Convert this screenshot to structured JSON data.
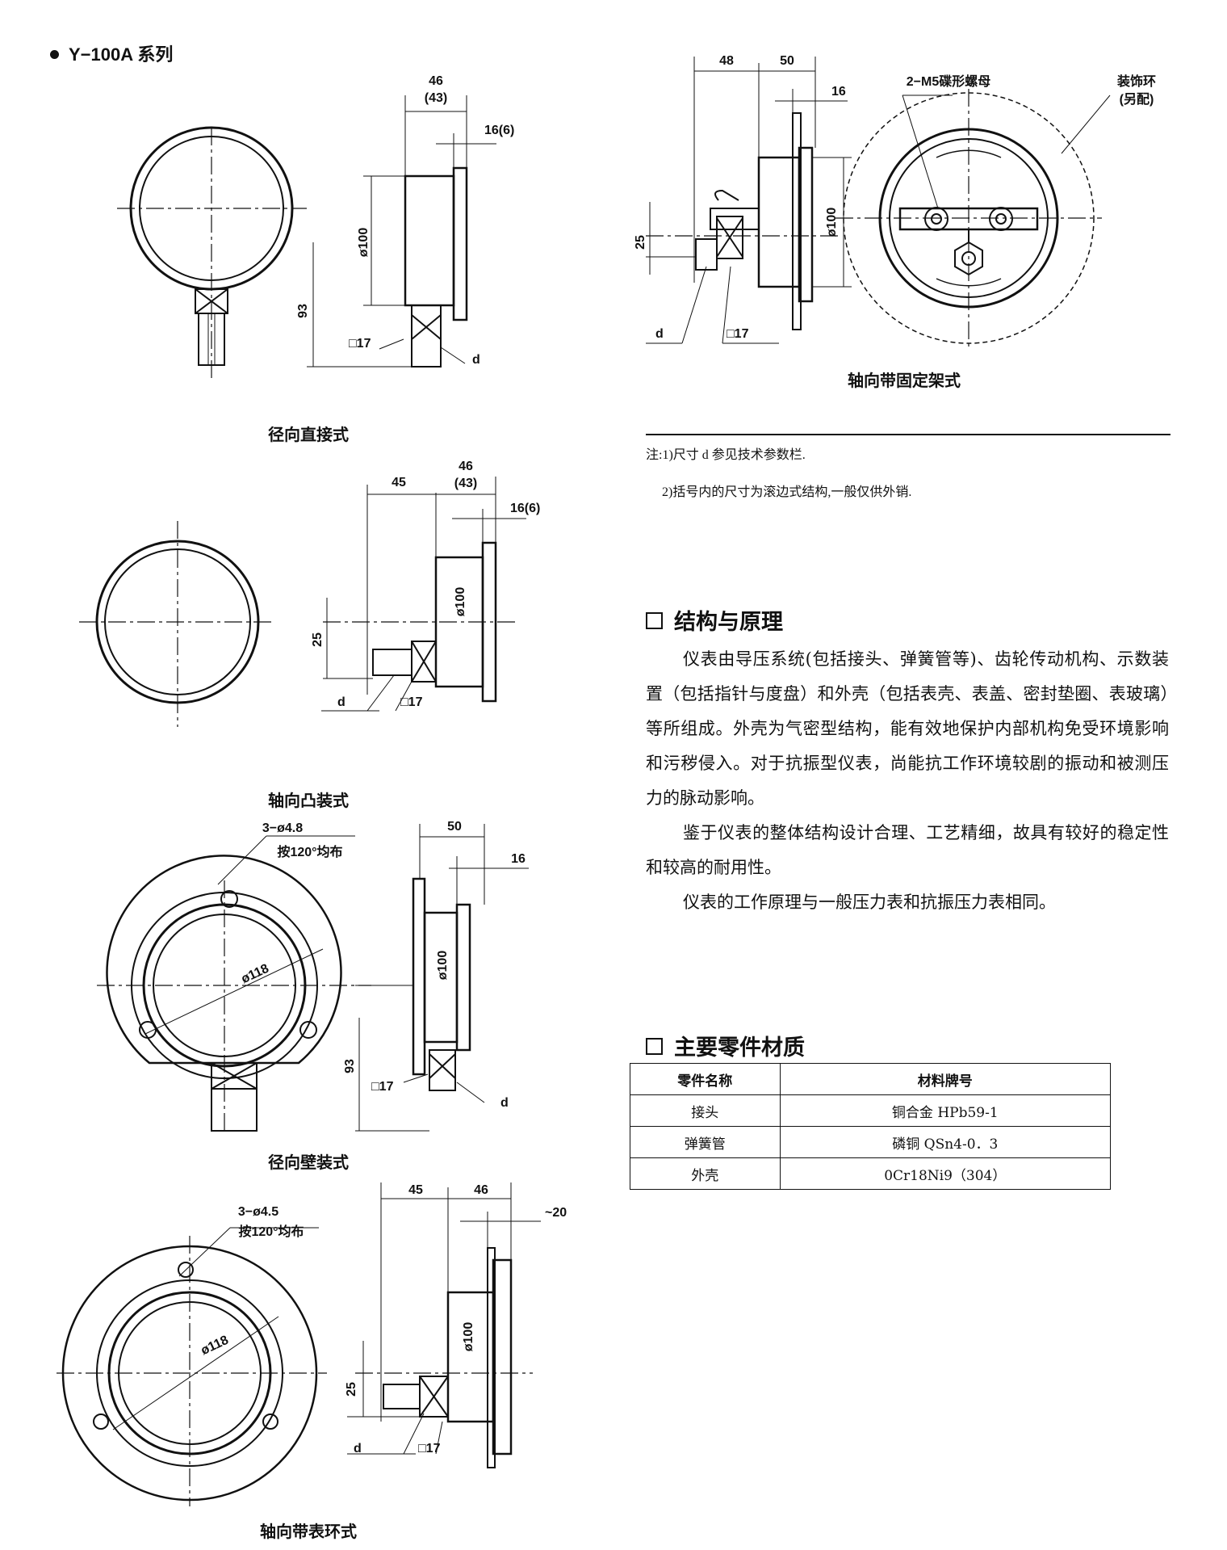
{
  "series_title": "Y−100A 系列",
  "drawings": [
    {
      "id": "radial-direct",
      "caption": "径向直接式",
      "dimensions": [
        "46",
        "(43)",
        "16(6)",
        "ø100",
        "93",
        "□17",
        "d"
      ]
    },
    {
      "id": "axial-boss",
      "caption": "轴向凸装式",
      "dimensions": [
        "45",
        "46",
        "(43)",
        "16(6)",
        "ø100",
        "25",
        "d",
        "□17"
      ]
    },
    {
      "id": "radial-wall",
      "caption": "径向壁装式",
      "dimensions": [
        "3−ø4.8",
        "按120°均布",
        "ø118",
        "50",
        "16",
        "ø100",
        "93",
        "□17",
        "d"
      ]
    },
    {
      "id": "axial-ring",
      "caption": "轴向带表环式",
      "dimensions": [
        "3−ø4.5",
        "按120°均布",
        "ø118",
        "45",
        "46",
        "~20",
        "ø100",
        "25",
        "d",
        "□17"
      ]
    },
    {
      "id": "axial-bracket",
      "caption": "轴向带固定架式",
      "dimensions": [
        "48",
        "50",
        "16",
        "ø100",
        "25",
        "d",
        "□17",
        "2−M5碟形螺母",
        "装饰环",
        "(另配)"
      ]
    }
  ],
  "notes": [
    "注:1)尺寸 d 参见技术参数栏.",
    "2)括号内的尺寸为滚边式结构,一般仅供外销."
  ],
  "structure_section": {
    "heading": "结构与原理",
    "paragraphs": [
      "仪表由导压系统(包括接头、弹簧管等)、齿轮传动机构、示数装置（包括指针与度盘）和外壳（包括表壳、表盖、密封垫圈、表玻璃）等所组成。外壳为气密型结构，能有效地保护内部机构免受环境影响和污秽侵入。对于抗振型仪表，尚能抗工作环境较剧的振动和被测压力的脉动影响。",
      "鉴于仪表的整体结构设计合理、工艺精细，故具有较好的稳定性和较高的耐用性。",
      "仪表的工作原理与一般压力表和抗振压力表相同。"
    ]
  },
  "materials_section": {
    "heading": "主要零件材质",
    "columns": [
      "零件名称",
      "材料牌号"
    ],
    "rows": [
      [
        "接头",
        "铜合金 HPb59-1"
      ],
      [
        "弹簧管",
        "磷铜 QSn4-0．3"
      ],
      [
        "外壳",
        "0Cr18Ni9（304）"
      ]
    ]
  }
}
